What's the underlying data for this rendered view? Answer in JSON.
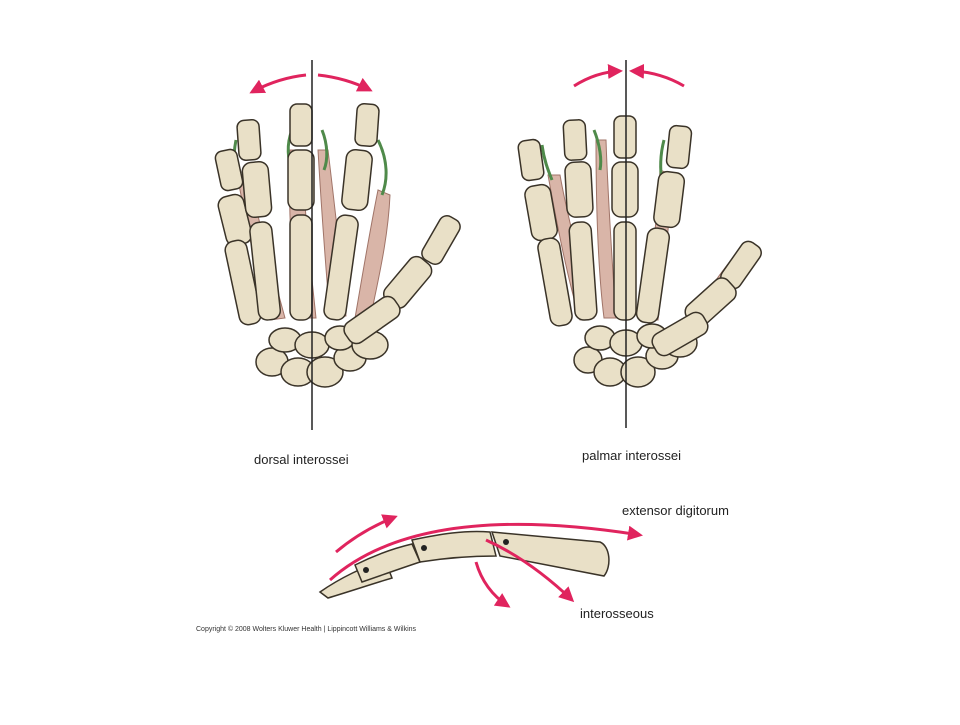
{
  "labels": {
    "dorsal": "dorsal interossei",
    "palmar": "palmar interossei",
    "extensor": "extensor digitorum",
    "interosseous": "interosseous"
  },
  "copyright": "Copyright © 2008 Wolters Kluwer Health | Lippincott Williams & Wilkins",
  "colors": {
    "bone": "#e9e0c7",
    "bone_outline": "#3a3328",
    "muscle": "#d9b5a8",
    "muscle_line": "#a07468",
    "tendon": "#4f8a4a",
    "arrow": "#e0245e",
    "axis": "#222222"
  }
}
